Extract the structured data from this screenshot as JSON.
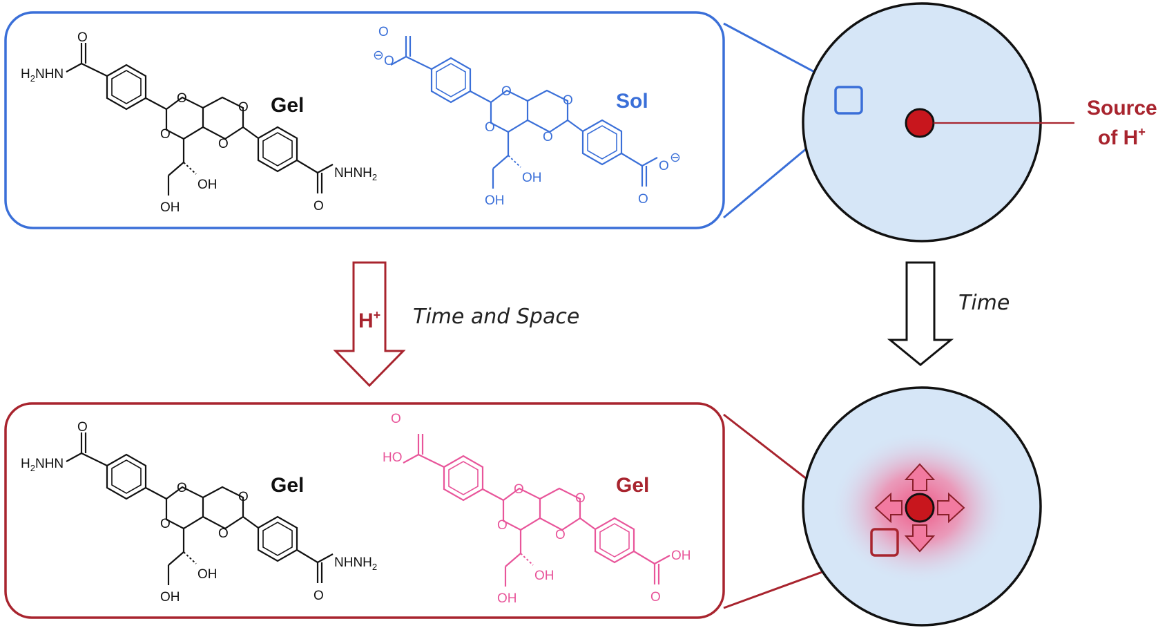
{
  "top_panel": {
    "left_molecule": {
      "label": "Gel",
      "color": "#111111",
      "atoms": {
        "hydrazide_left": "H2NHN",
        "hydrazide_right": "NHNH2",
        "carbonyl_o": "O",
        "ring_o": "O",
        "oh": "OH"
      }
    },
    "right_molecule": {
      "label": "Sol",
      "color": "#3a6fd8",
      "atoms": {
        "carboxylate": "O",
        "charge": "⊖",
        "carbonyl_o": "O",
        "ring_o": "O",
        "oh": "OH"
      }
    },
    "border_color": "#3a6fd8"
  },
  "bottom_panel": {
    "left_molecule": {
      "label": "Gel",
      "color": "#111111",
      "atoms": {
        "hydrazide_left": "H2NHN",
        "hydrazide_right": "NHNH2",
        "carbonyl_o": "O",
        "ring_o": "O",
        "oh": "OH"
      }
    },
    "right_molecule": {
      "label": "Gel",
      "color": "#e8559a",
      "label_color": "#a8242e",
      "atoms": {
        "acid_left": "HO",
        "acid_right": "OH",
        "carbonyl_o": "O",
        "ring_o": "O",
        "oh": "OH"
      }
    },
    "border_color": "#a8242e"
  },
  "left_arrow": {
    "label": "H",
    "label_sup": "+",
    "caption": "Time and Space"
  },
  "right_arrow": {
    "caption": "Time"
  },
  "source_label": {
    "line1": "Source",
    "line2": "of H",
    "sup": "+",
    "color": "#a8242e"
  },
  "colors": {
    "dish_fill": "#d6e6f7",
    "proton_dot": "#c8161d",
    "gel_glow": "#f07aa0",
    "accent_red": "#a8242e",
    "accent_blue": "#3a6fd8"
  }
}
